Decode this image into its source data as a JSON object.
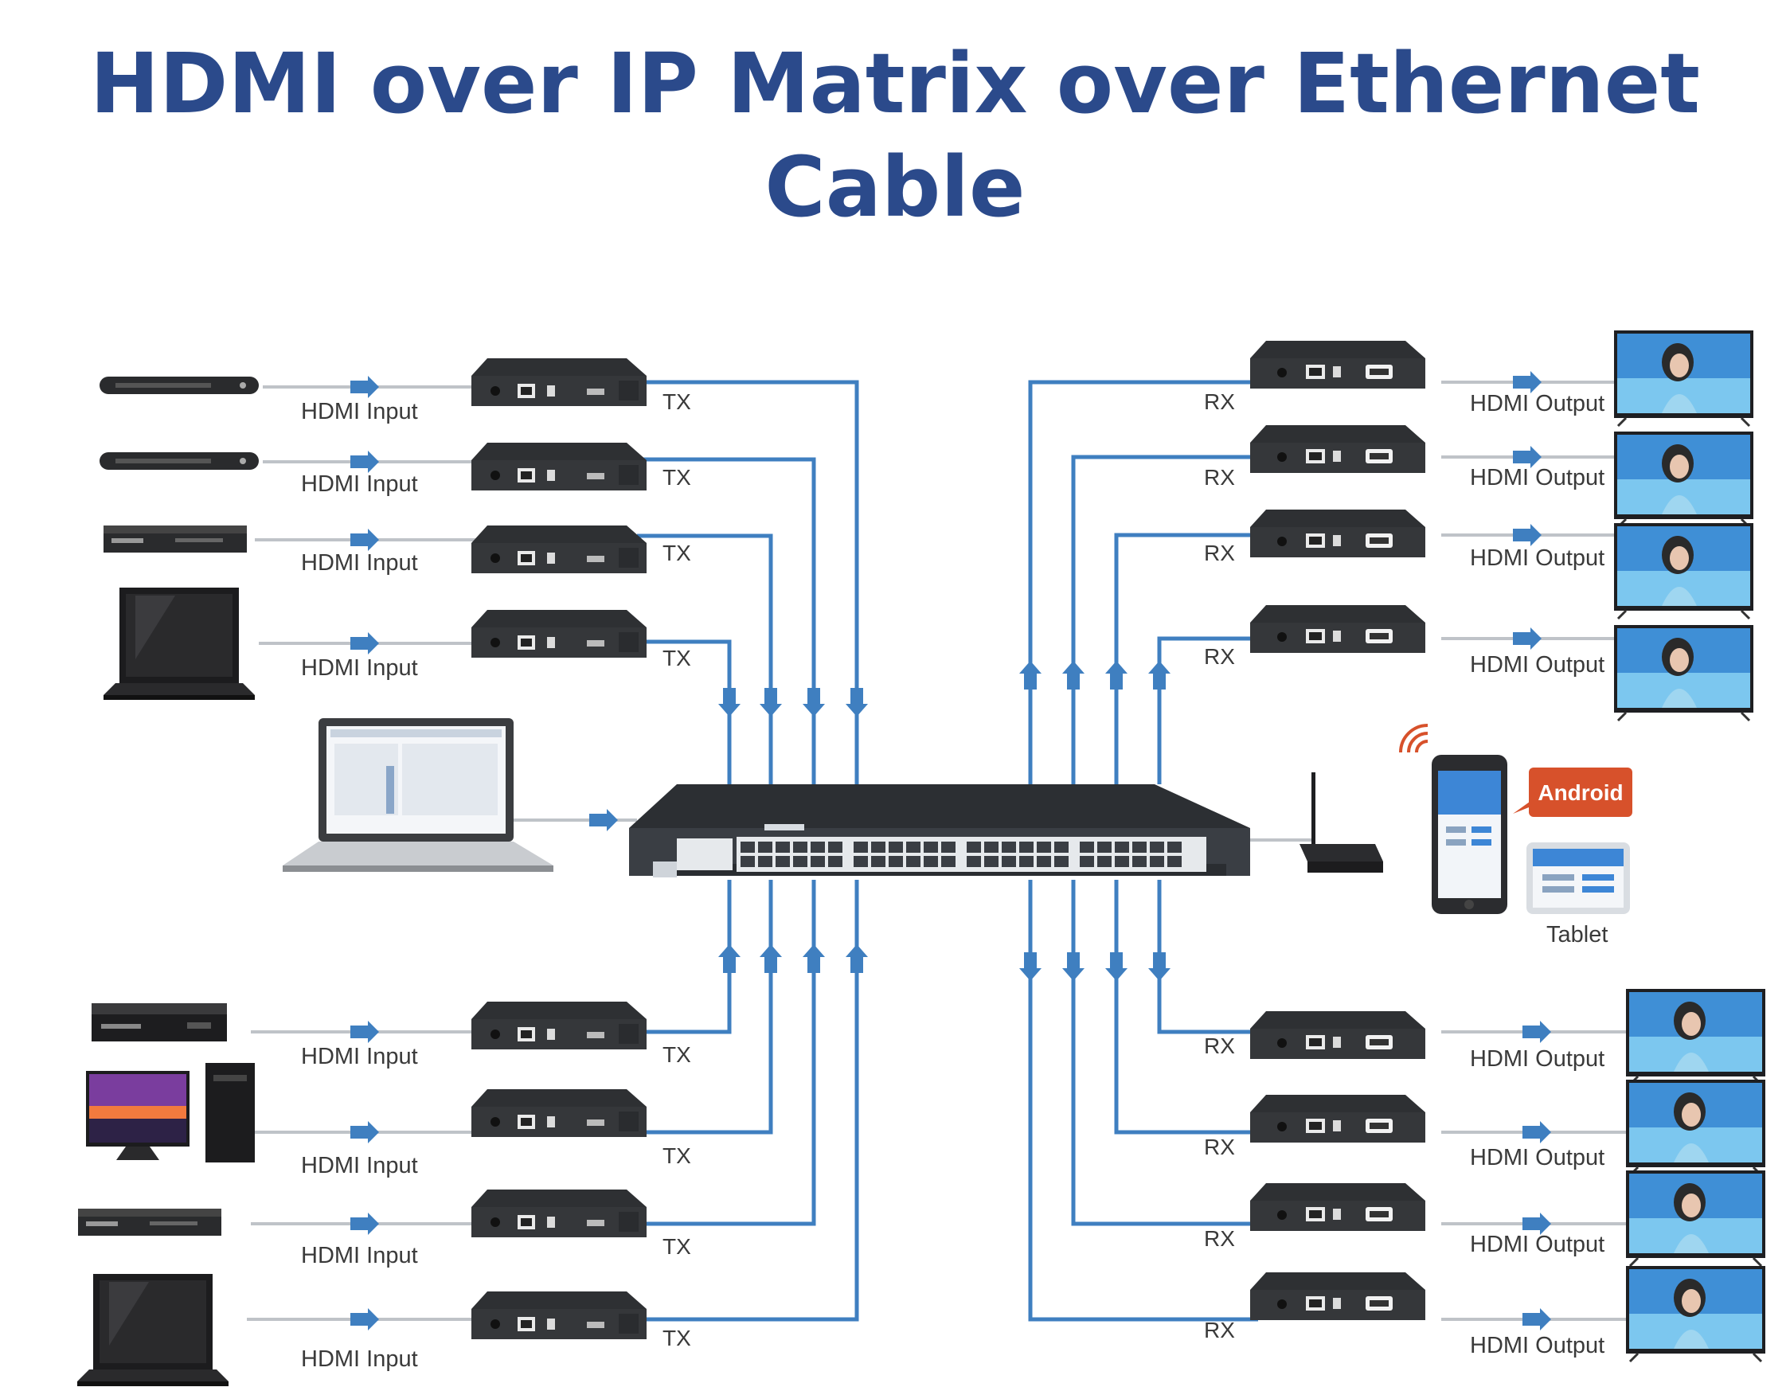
{
  "title": "HDMI over IP Matrix over Ethernet Cable",
  "labels": {
    "hdmi_input": "HDMI Input",
    "hdmi_output": "HDMI Output",
    "tx": "TX",
    "rx": "RX",
    "android": "Android",
    "tablet": "Tablet"
  },
  "colors": {
    "title": "#2b4a8b",
    "cable": "#3f7fc0",
    "arrow": "#3f7fc0",
    "android_badge": "#d7512b",
    "device": "#2e3033"
  },
  "sources_top": [
    "bluray-player",
    "bluray-player",
    "dvd-player",
    "laptop"
  ],
  "sources_bottom": [
    "set-top-box",
    "desktop-pc",
    "dvd-player",
    "laptop"
  ],
  "icons": [
    "switch-icon",
    "wifi-router-icon",
    "smartphone-icon",
    "tablet-icon",
    "tv-icon",
    "laptop-icon",
    "wifi-signal-icon"
  ]
}
